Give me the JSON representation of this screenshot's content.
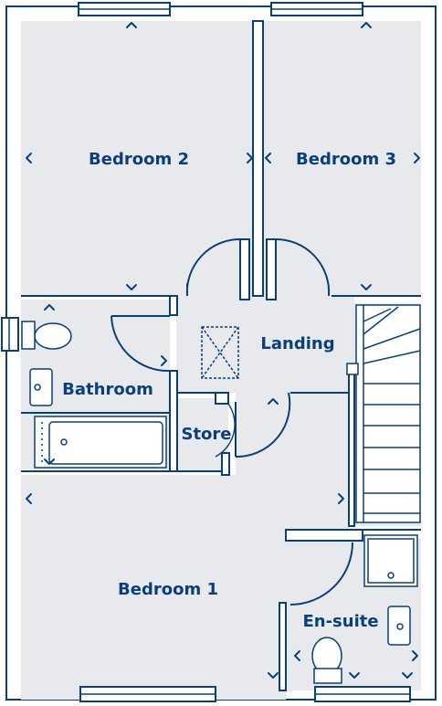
{
  "colors": {
    "wall": "#0b3f7a",
    "floor": "#e7e9ed",
    "background": "#ffffff"
  },
  "rooms": {
    "bedroom_2": "Bedroom 2",
    "bedroom_3": "Bedroom 3",
    "landing": "Landing",
    "bathroom": "Bathroom",
    "store": "Store",
    "bedroom_1": "Bedroom 1",
    "en_suite": "En-suite"
  },
  "icons": [
    "dimension-arrow-icon",
    "loft-hatch-icon",
    "toilet-icon",
    "basin-icon",
    "bath-icon",
    "shower-tray-icon",
    "staircase-icon",
    "window-icon",
    "door-swing-icon"
  ]
}
